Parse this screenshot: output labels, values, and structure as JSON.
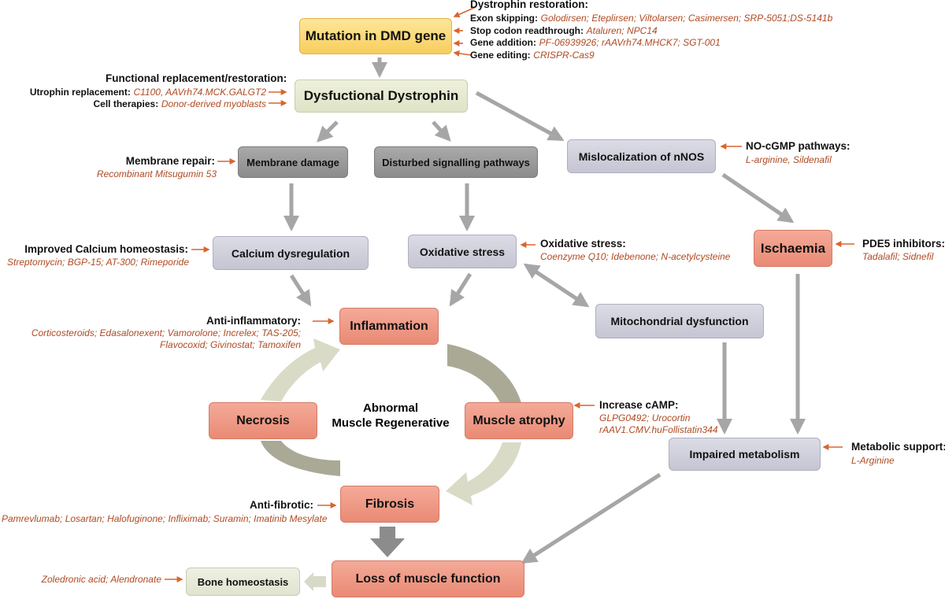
{
  "nodes": {
    "mutation": "Mutation in DMD gene",
    "dysfunctional": "Dysfuctional Dystrophin",
    "membrane_damage": "Membrane damage",
    "disturbed_signalling": "Disturbed signalling pathways",
    "mislocalization": "Mislocalization of nNOS",
    "calcium": "Calcium dysregulation",
    "oxidative": "Oxidative stress",
    "ischaemia": "Ischaemia",
    "inflammation": "Inflammation",
    "mitochondrial": "Mitochondrial  dysfunction",
    "necrosis": "Necrosis",
    "muscle_atrophy": "Muscle atrophy",
    "impaired_metabolism": "Impaired metabolism",
    "fibrosis": "Fibrosis",
    "loss": "Loss of muscle function",
    "bone": "Bone homeostasis"
  },
  "center_label": {
    "line1": "Abnormal",
    "line2": "Muscle Regenerative"
  },
  "therapies": {
    "dystrophin_restoration": {
      "title": "Dystrophin restoration:",
      "exon_key": "Exon skipping:",
      "exon_drugs": "Golodirsen;  Eteplirsen; Viltolarsen; Casimersen; SRP-5051;DS-5141b",
      "stop_key": "Stop codon readthrough:",
      "stop_drugs": "Ataluren; NPC14",
      "gene_add_key": "Gene addition:",
      "gene_add_drugs": "PF-06939926; rAAVrh74.MHCK7; SGT-001",
      "gene_edit_key": "Gene  editing:",
      "gene_edit_drugs": "CRISPR-Cas9"
    },
    "functional": {
      "title": "Functional replacement/restoration:",
      "utrophin_key": "Utrophin replacement:",
      "utrophin_drugs": "C1100,  AAVrh74.MCK.GALGT2",
      "cell_key": "Cell therapies:",
      "cell_drugs": "Donor-derived myoblasts"
    },
    "membrane_repair": {
      "title": "Membrane repair:",
      "drugs": "Recombinant Mitsugumin 53"
    },
    "no_cgmp": {
      "title": "NO-cGMP pathways:",
      "drugs": "L-arginine, Sildenafil"
    },
    "calcium_homeostasis": {
      "title": "Improved Calcium homeostasis:",
      "drugs": "Streptomycin; BGP-15; AT-300; Rimeporide"
    },
    "oxidative": {
      "title": "Oxidative stress:",
      "drugs": "Coenzyme Q10; Idebenone; N-acetylcysteine"
    },
    "pde5": {
      "title": "PDE5 inhibitors:",
      "drugs": "Tadalafil; Sidnefil"
    },
    "anti_inflammatory": {
      "title": "Anti-inflammatory:",
      "line1": "Corticosteroids; Edasalonexent; Vamorolone; Increlex; TAS-205;",
      "line2": "Flavocoxid; Givinostat; Tamoxifen"
    },
    "camp": {
      "title": "Increase cAMP:",
      "line1": "GLPG0492; Urocortin",
      "line2": "rAAV1.CMV.huFollistatin344"
    },
    "metabolic": {
      "title": "Metabolic support:",
      "drugs": "L-Arginine"
    },
    "anti_fibrotic": {
      "title": "Anti-fibrotic:",
      "drugs": "Pamrevlumab; Losartan; Halofuginone; Infliximab; Suramin; Imatinib Mesylate"
    },
    "bone": {
      "drugs": "Zoledronic acid; Alendronate"
    }
  },
  "colors": {
    "arrow_grey": "#a6a6a6",
    "inhibitor_arrow": "#d8662f",
    "drug_text": "#b04a22",
    "cycle_dark": "#a9a996",
    "cycle_light": "#dadbc6"
  }
}
